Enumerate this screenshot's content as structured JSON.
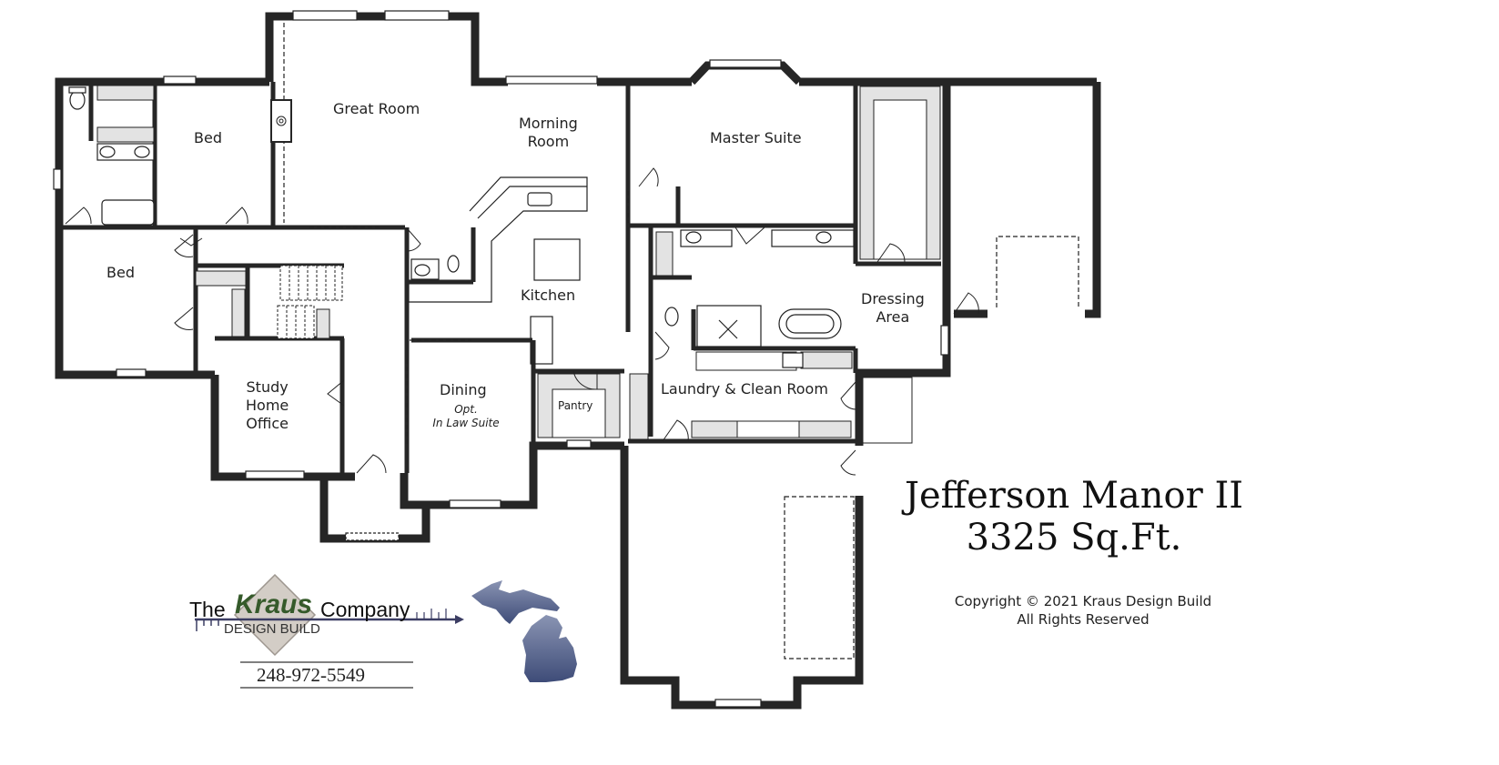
{
  "plan": {
    "title": "Jefferson Manor II",
    "area": "3325 Sq.Ft.",
    "copyright_line1": "Copyright © 2021 Kraus Design Build",
    "copyright_line2": "All Rights Reserved"
  },
  "rooms": {
    "great_room": "Great Room",
    "morning_room_1": "Morning",
    "morning_room_2": "Room",
    "bed_upper": "Bed",
    "bed_lower": "Bed",
    "kitchen": "Kitchen",
    "master_suite": "Master Suite",
    "dressing_1": "Dressing",
    "dressing_2": "Area",
    "study_1": "Study",
    "study_2": "Home",
    "study_3": "Office",
    "dining": "Dining",
    "dining_note_1": "Opt.",
    "dining_note_2": "In Law Suite",
    "pantry": "Pantry",
    "laundry": "Laundry & Clean Room"
  },
  "logo": {
    "the": "The",
    "kraus": "Kraus",
    "company": "Company",
    "design_build": "DESIGN BUILD",
    "phone": "248-972-5549",
    "state_icon": "michigan-map-icon"
  },
  "colors": {
    "wall": "#262626",
    "cabinet_fill": "#e3e3e3",
    "logo_green": "#355a2a",
    "logo_diamond": "#d3cdc6",
    "logo_arrow": "#3b3d63",
    "michigan": "#4b5a85"
  }
}
